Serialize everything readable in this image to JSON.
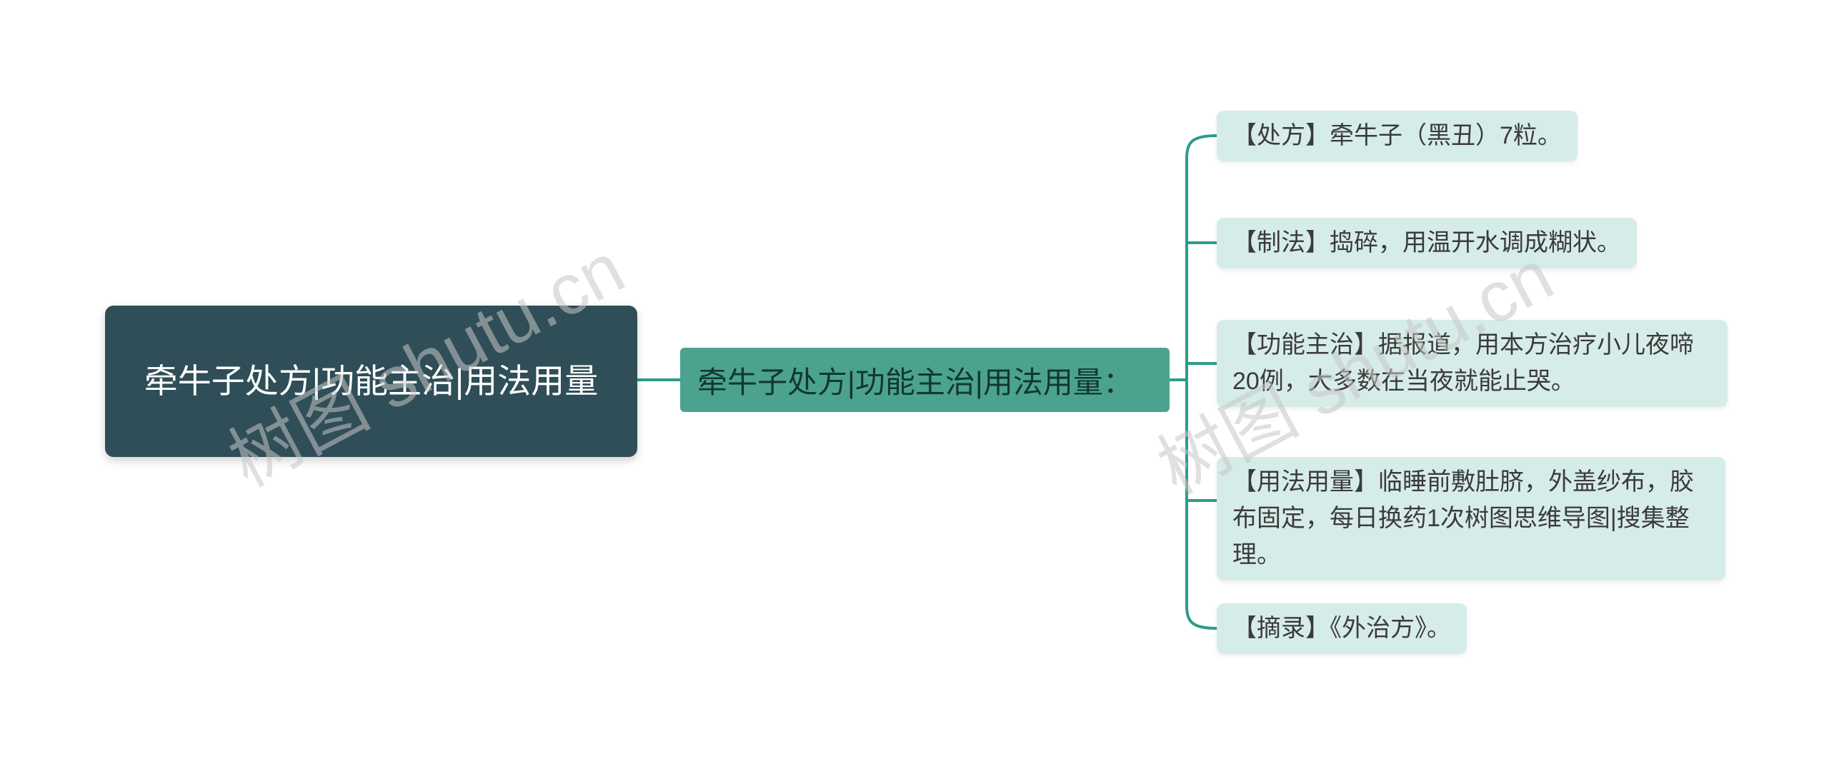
{
  "root": {
    "label": "牵牛子处方|功能主治|用法用量"
  },
  "center": {
    "label": "牵牛子处方|功能主治|用法用量："
  },
  "children": [
    {
      "label": "【处方】牵牛子（黑丑）7粒。"
    },
    {
      "label": "【制法】捣碎，用温开水调成糊状。"
    },
    {
      "label": "【功能主治】据报道，用本方治疗小儿夜啼20例，大多数在当夜就能止哭。"
    },
    {
      "label": "【用法用量】临睡前敷肚脐，外盖纱布，胶布固定，每日换药1次树图思维导图|搜集整理。"
    },
    {
      "label": "【摘录】《外治方》。"
    }
  ],
  "watermark": {
    "text": "树图 shutu.cn"
  },
  "colors": {
    "root_bg": "#2F4E57",
    "root_text": "#FFFFFF",
    "center_bg": "#4BA38F",
    "center_text": "#12382F",
    "child_bg": "#D6ECE8",
    "child_text": "#3B3B3B",
    "connector": "#2E9C8A",
    "watermark": "#C7C7C7"
  }
}
